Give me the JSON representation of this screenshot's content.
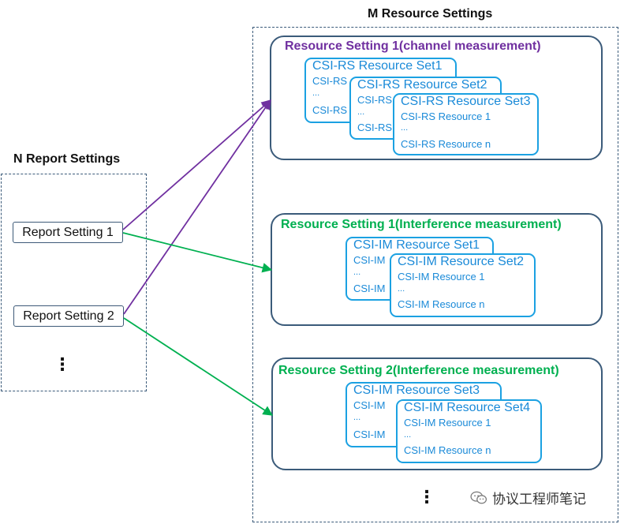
{
  "n_group": {
    "title": "N Report Settings",
    "more": "⋮"
  },
  "reports": [
    {
      "label": "Report Setting 1"
    },
    {
      "label": "Report Setting 2"
    }
  ],
  "m_group": {
    "title": "M Resource Settings",
    "more": "⋮"
  },
  "resource_settings": [
    {
      "title": "Resource Setting 1(channel measurement)",
      "color": "#7030a0",
      "sets": [
        {
          "title": "CSI-RS Resource Set1",
          "first": "CSI-RS",
          "dots": "...",
          "last": "CSI-RS"
        },
        {
          "title": "CSI-RS Resource Set2",
          "first": "CSI-RS",
          "dots": "...",
          "last": "CSI-RS"
        },
        {
          "title": "CSI-RS Resource Set3",
          "first": "CSI-RS Resource 1",
          "dots": "...",
          "last": "CSI-RS Resource n"
        }
      ]
    },
    {
      "title": "Resource Setting 1(Interference measurement)",
      "color": "#00b050",
      "sets": [
        {
          "title": "CSI-IM Resource Set1",
          "first": "CSI-IM",
          "dots": "...",
          "last": "CSI-IM"
        },
        {
          "title": "CSI-IM Resource Set2",
          "first": "CSI-IM Resource 1",
          "dots": "...",
          "last": "CSI-IM Resource n"
        }
      ]
    },
    {
      "title": "Resource Setting 2(Interference measurement)",
      "color": "#00b050",
      "sets": [
        {
          "title": "CSI-IM Resource Set3",
          "first": "CSI-IM",
          "dots": "...",
          "last": "CSI-IM"
        },
        {
          "title": "CSI-IM Resource Set4",
          "first": "CSI-IM Resource 1",
          "dots": "...",
          "last": "CSI-IM Resource n"
        }
      ]
    }
  ],
  "arrow_colors": {
    "channel": "#7030a0",
    "interference": "#00b050"
  },
  "watermark": {
    "icon": "wechat-icon",
    "text": "协议工程师笔记"
  }
}
